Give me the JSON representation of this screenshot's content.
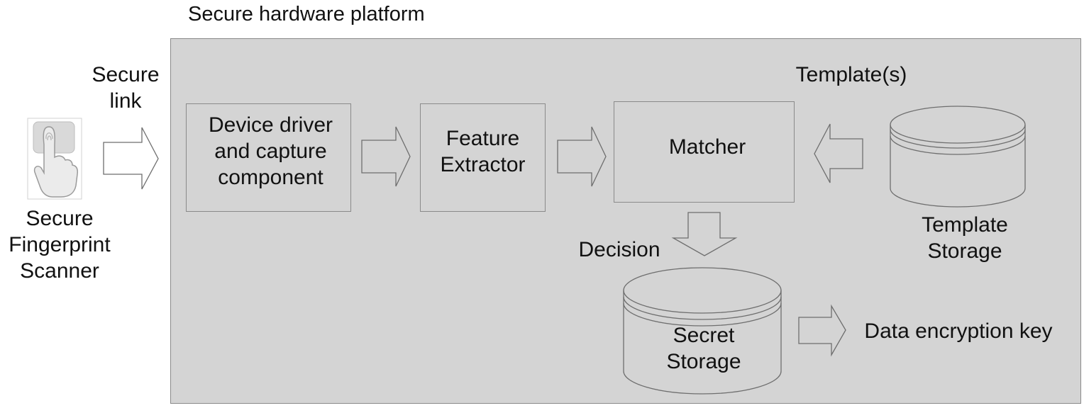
{
  "platform": {
    "title": "Secure hardware platform"
  },
  "scanner": {
    "label": "Secure\nFingerprint\nScanner",
    "icon": "fingerprint-touch-icon"
  },
  "link": {
    "label": "Secure\nlink"
  },
  "components": {
    "driver": "Device driver\nand capture\ncomponent",
    "extractor": "Feature\nExtractor",
    "matcher": "Matcher"
  },
  "template_storage": {
    "label": "Template\nStorage",
    "flow_label": "Template(s)"
  },
  "decision": {
    "label": "Decision"
  },
  "secret_storage": {
    "label": "Secret\nStorage"
  },
  "output": {
    "label": "Data encryption key"
  }
}
